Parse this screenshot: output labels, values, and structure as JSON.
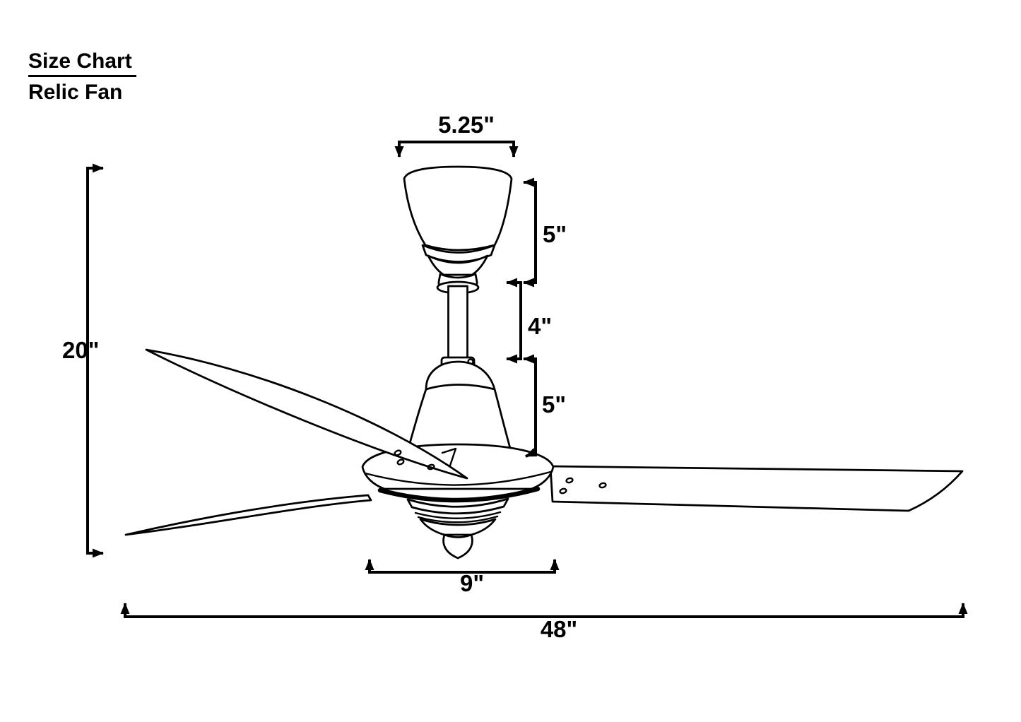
{
  "header": {
    "title": "Size Chart",
    "subtitle": "Relic Fan"
  },
  "colors": {
    "background": "#ffffff",
    "line": "#000000",
    "text": "#000000"
  },
  "dimensions": {
    "canopy_width": {
      "value": "5.25\""
    },
    "canopy_height": {
      "value": "5\""
    },
    "downrod_length": {
      "value": "4\""
    },
    "motor_housing_height": {
      "value": "5\""
    },
    "overall_height": {
      "value": "20\""
    },
    "switch_housing_width": {
      "value": "9\""
    },
    "blade_sweep": {
      "value": "48\""
    }
  }
}
